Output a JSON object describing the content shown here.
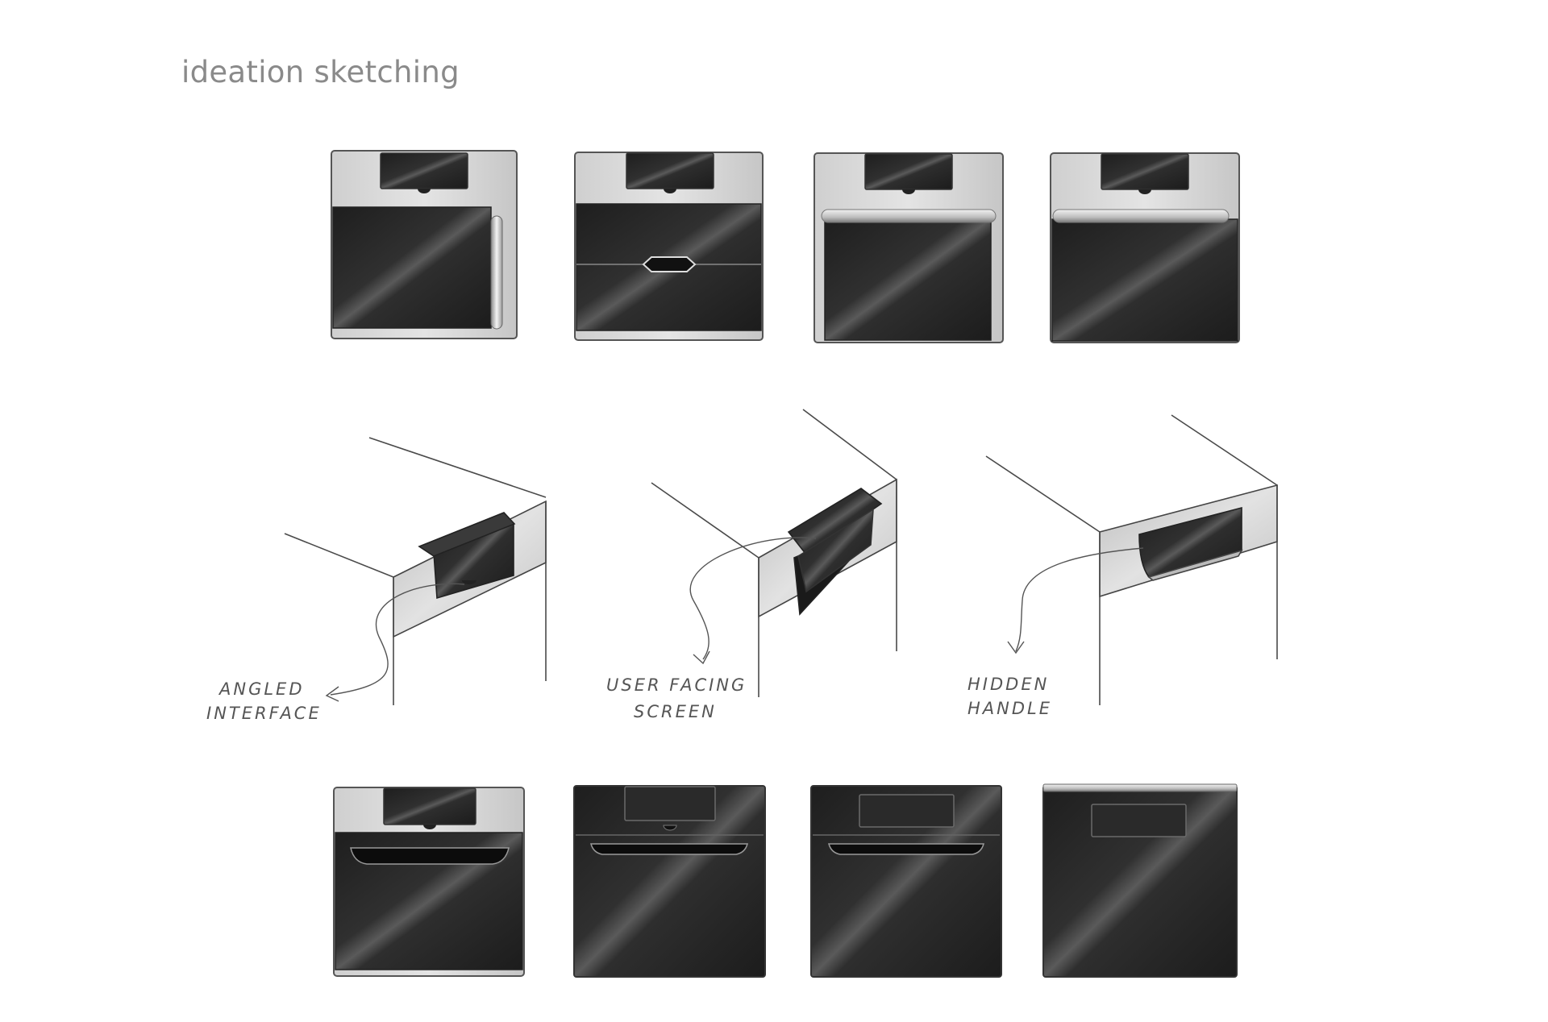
{
  "header": {
    "title": "ideation sketching"
  },
  "annotations": [
    {
      "line1": "ANGLED",
      "line2": "INTERFACE"
    },
    {
      "line1": "USER FACING",
      "line2": "SCREEN"
    },
    {
      "line1": "HIDDEN",
      "line2": "HANDLE"
    }
  ],
  "colors": {
    "glass": "#2c2c2c",
    "steel": "#d2d2d2",
    "outline": "#555555"
  }
}
